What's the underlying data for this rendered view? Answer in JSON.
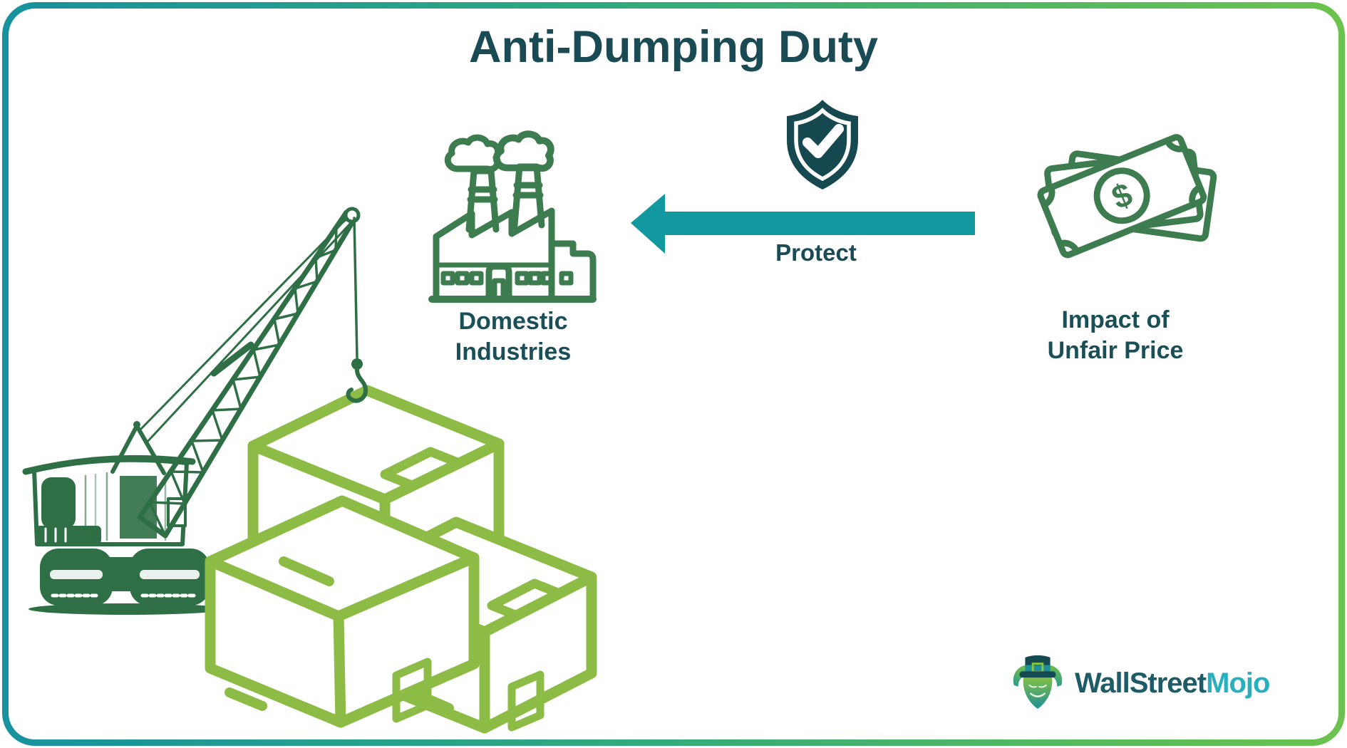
{
  "title": "Anti-Dumping Duty",
  "flow": {
    "protected_party": {
      "icon": "factory-icon",
      "label_line1": "Domestic",
      "label_line2": "Industries"
    },
    "action": {
      "icon": "shield-check-icon",
      "arrow_icon": "arrow-left",
      "label": "Protect"
    },
    "source": {
      "icon": "money-bills-icon",
      "label_line1": "Impact of",
      "label_line2": "Unfair Price"
    }
  },
  "illustration": {
    "left_scene": "crane-lifting-cargo-boxes"
  },
  "branding": {
    "mascot": "bull-mascot-icon",
    "name_part1": "WallStreet",
    "name_part2": "Mojo"
  },
  "colors": {
    "heading_text": "#1A4B55",
    "arrow_teal": "#12989F",
    "shield_teal": "#15484F",
    "icon_green": "#3D7C4E",
    "crane_green": "#2E6F45",
    "box_green": "#8CBC45",
    "border_gradient_left": "#17929E",
    "border_gradient_right": "#6CC24E",
    "logo_dark": "#1D5B66",
    "logo_cyan": "#29AFBE"
  }
}
